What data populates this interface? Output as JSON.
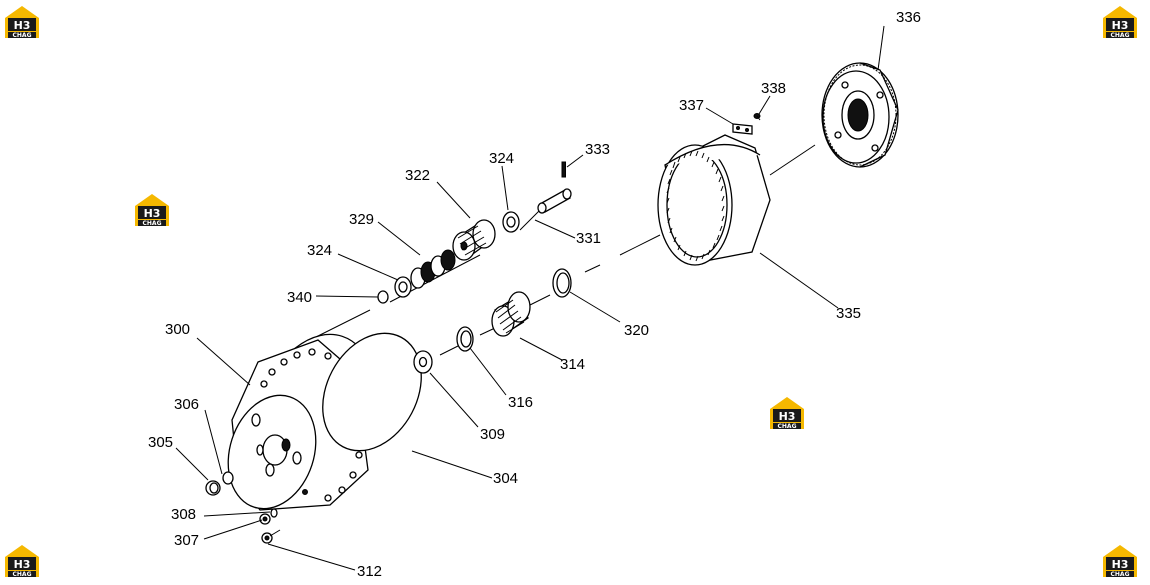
{
  "logo": {
    "text": "H3",
    "subtext": "CHAG",
    "color": "#f5b800",
    "dark": "#1a1a1a"
  },
  "labels": {
    "p300": "300",
    "p304": "304",
    "p305": "305",
    "p306": "306",
    "p307": "307",
    "p308": "308",
    "p309": "309",
    "p312": "312",
    "p314": "314",
    "p316": "316",
    "p320": "320",
    "p322": "322",
    "p324a": "324",
    "p324b": "324",
    "p329": "329",
    "p331": "331",
    "p333": "333",
    "p335": "335",
    "p336": "336",
    "p337": "337",
    "p338": "338",
    "p340": "340"
  }
}
